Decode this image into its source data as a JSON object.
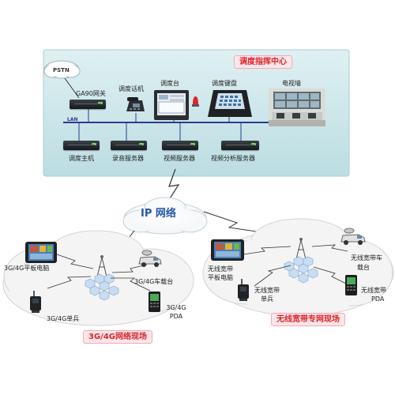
{
  "control_center": {
    "title": "调度指挥中心",
    "pstn": "PSTN",
    "gateway": "GA90网关",
    "dispatch_phone": "调度话机",
    "dispatch_console": "调度台",
    "dispatch_keyboard": "调度键盘",
    "tv_wall": "电视墙",
    "lan": "LAN",
    "dispatch_host": "调度主机",
    "recording_server": "录音服务器",
    "video_server": "视频服务器",
    "video_analysis_server": "视频分析服务器"
  },
  "ip_network": {
    "label": "IP 网络"
  },
  "left_site": {
    "title": "3G/4G网络现场",
    "tablet": "3G/4G平板电脑",
    "vehicle": "3G/4G车载台",
    "soldier": "3G/4G单兵",
    "pda_line1": "3G/4G",
    "pda_line2": "PDA"
  },
  "right_site": {
    "title": "无线宽带专网现场",
    "tablet_line1": "无线宽带",
    "tablet_line2": "平板电脑",
    "vehicle_line1": "无线宽带车",
    "vehicle_line2": "载台",
    "soldier_line1": "无线宽带",
    "soldier_line2": "单兵",
    "pda_line1": "无线宽带",
    "pda_line2": "PDA"
  },
  "colors": {
    "center_bg": "#cfe6ea",
    "banner_text": "#d8262b",
    "cloud_fill": "#f7f7f7",
    "lan_line": "#2a3b8f"
  }
}
